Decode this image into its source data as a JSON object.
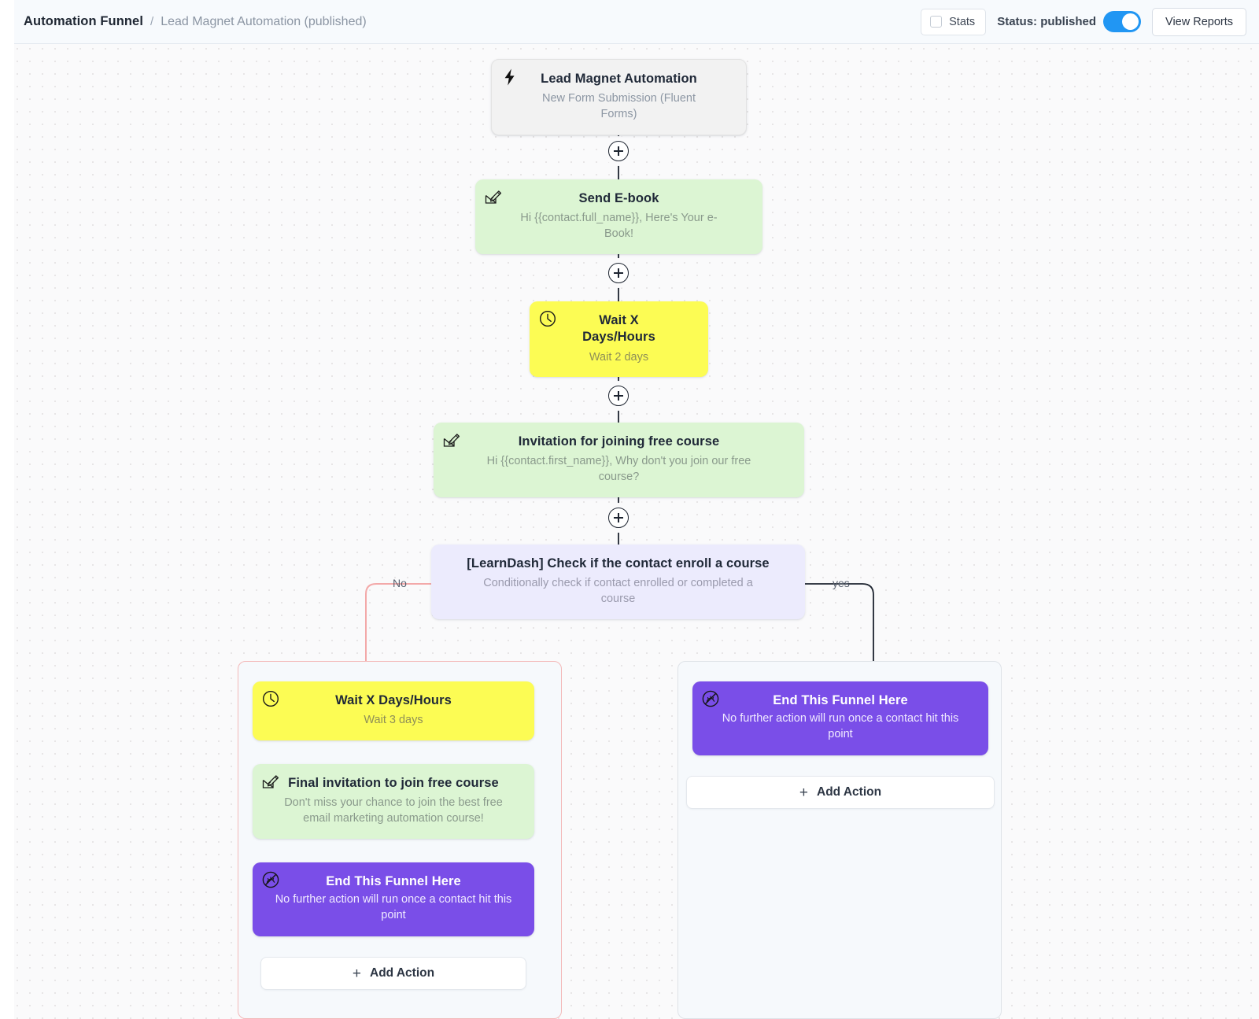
{
  "header": {
    "breadcrumb_root": "Automation Funnel",
    "breadcrumb_separator": "/",
    "breadcrumb_current": "Lead Magnet Automation (published)",
    "stats_label": "Stats",
    "status_label": "Status: published",
    "toggle_state": "on",
    "view_reports_label": "View Reports",
    "accent_color": "#2196f3"
  },
  "flow": {
    "trigger": {
      "title": "Lead Magnet Automation",
      "subtitle": "New Form Submission (Fluent Forms)",
      "icon": "lightning-bolt-icon",
      "color": "#f2f2f2"
    },
    "send_ebook": {
      "title": "Send E-book",
      "subtitle": "Hi {{contact.full_name}}, Here's Your e-Book!",
      "icon": "compose-email-icon",
      "color": "#dcf5d3"
    },
    "wait_1": {
      "title": "Wait X Days/Hours",
      "subtitle": "Wait 2 days",
      "icon": "clock-icon",
      "color": "#fcfc54"
    },
    "invitation": {
      "title": "Invitation for joining free course",
      "subtitle": "Hi {{contact.first_name}}, Why don't you join our free course?",
      "icon": "compose-email-icon",
      "color": "#dcf5d3"
    },
    "conditional": {
      "title": "[LearnDash] Check if the contact enroll a course",
      "subtitle": "Conditionally check if contact enrolled or completed a course",
      "color": "#ecebfd"
    },
    "branch_no_label": "No",
    "branch_yes_label": "yes",
    "branch_no_color": "#f3b9b9",
    "branch_yes_color": "#1d2430",
    "branch_no": {
      "wait": {
        "title": "Wait X Days/Hours",
        "subtitle": "Wait 3 days",
        "icon": "clock-icon",
        "color": "#fcfc54"
      },
      "final_invite": {
        "title": "Final invitation to join free course",
        "subtitle": "Don't miss your chance to join the best free email marketing automation course!",
        "icon": "compose-email-icon",
        "color": "#dcf5d3"
      },
      "end": {
        "title": "End This Funnel Here",
        "subtitle": "No further action will run once a contact hit this point",
        "icon": "end-funnel-icon",
        "color": "#7a4ee8"
      },
      "add_action_label": "Add Action",
      "add_action_plus": "+"
    },
    "branch_yes": {
      "end": {
        "title": "End This Funnel Here",
        "subtitle": "No further action will run once a contact hit this point",
        "icon": "end-funnel-icon",
        "color": "#7a4ee8"
      },
      "add_action_label": "Add Action",
      "add_action_plus": "+"
    }
  }
}
